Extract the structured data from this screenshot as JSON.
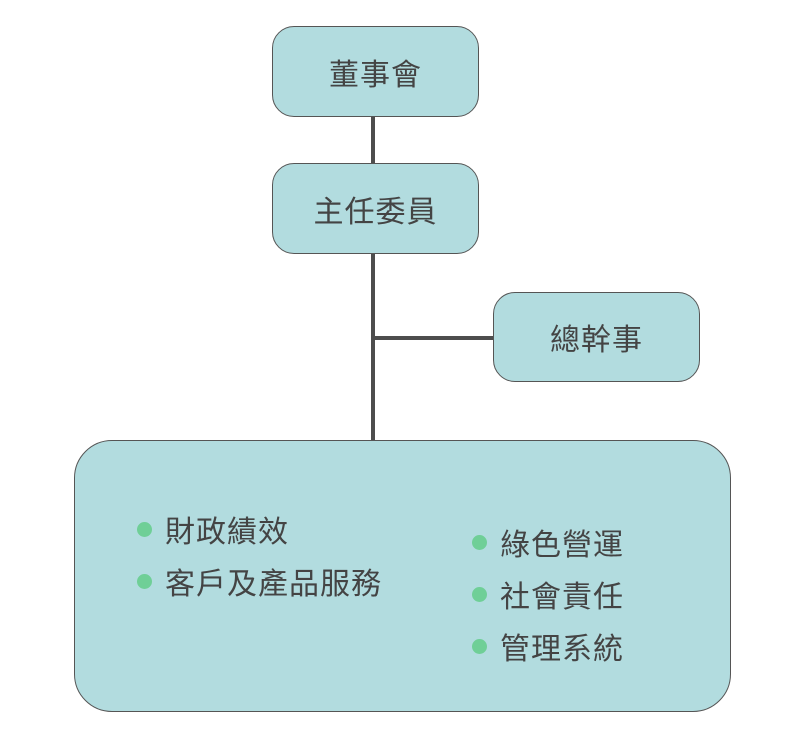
{
  "org_chart": {
    "board": "董事會",
    "chairperson": "主任委員",
    "executive_secretary": "總幹事",
    "committee": {
      "left_items": [
        "財政績效",
        "客戶及產品服務"
      ],
      "right_items": [
        "綠色營運",
        "社會責任",
        "管理系統"
      ]
    }
  },
  "colors": {
    "box_fill": "#b2dcdf",
    "box_border": "#555555",
    "connector": "#4d4d4d",
    "bullet": "#6fcf97",
    "text": "#444444"
  }
}
